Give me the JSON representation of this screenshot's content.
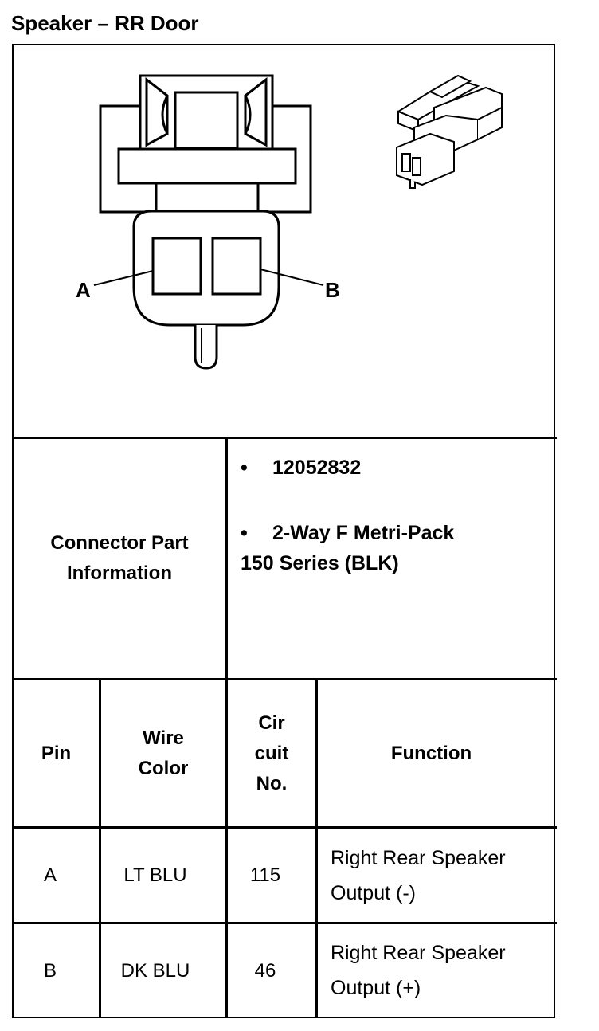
{
  "title": "Speaker – RR Door",
  "diagram": {
    "pin_labels": [
      "A",
      "B"
    ]
  },
  "connector_info": {
    "label_line1": "Connector Part",
    "label_line2": "Information",
    "bullet": "•",
    "part_number": "12052832",
    "type_line1": "2-Way F Metri-Pack",
    "type_line2": "150 Series (BLK)"
  },
  "table": {
    "headers": {
      "pin": "Pin",
      "wire_color_1": "Wire",
      "wire_color_2": "Color",
      "circuit_1": "Cir",
      "circuit_2": "cuit",
      "circuit_3": "No.",
      "function": "Function"
    },
    "rows": [
      {
        "pin": "A",
        "wire_color": "LT BLU",
        "circuit": "115",
        "function_1": "Right Rear Speaker",
        "function_2": "Output (-)"
      },
      {
        "pin": "B",
        "wire_color": "DK BLU",
        "circuit": "46",
        "function_1": "Right Rear Speaker",
        "function_2": "Output (+)"
      }
    ]
  }
}
